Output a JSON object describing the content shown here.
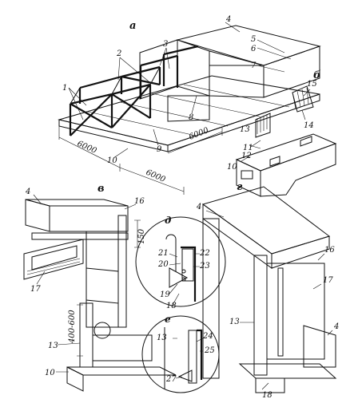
{
  "panels": {
    "a": "а",
    "b": "б",
    "v": "в",
    "g": "г",
    "d": "д",
    "e": "е"
  },
  "dimensions": {
    "d1": "6000",
    "d2": "6000",
    "d3": "6000",
    "d4": "150",
    "d5": "400-600"
  },
  "labels": [
    "1",
    "2",
    "3",
    "4",
    "5",
    "6",
    "7",
    "8",
    "9",
    "10",
    "11",
    "12",
    "13",
    "14",
    "15",
    "16",
    "17",
    "18",
    "19",
    "20",
    "21",
    "22",
    "23",
    "24",
    "25",
    "27"
  ]
}
